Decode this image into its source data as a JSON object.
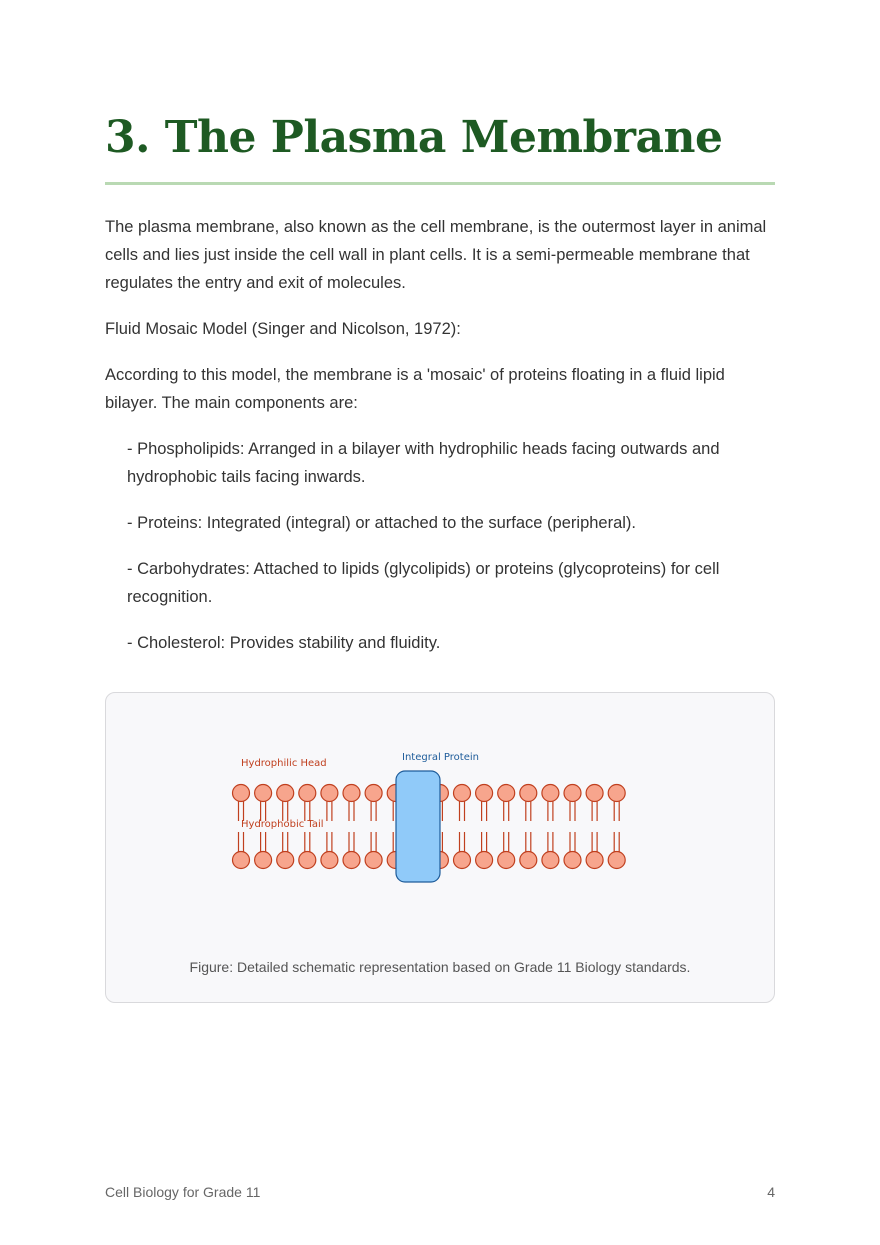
{
  "heading": {
    "title": "3. The Plasma Membrane"
  },
  "content": {
    "intro": "The plasma membrane, also known as the cell membrane, is the outermost layer in animal cells and lies just inside the cell wall in plant cells. It is a semi-permeable membrane that regulates the entry and exit of molecules.",
    "model_title": "Fluid Mosaic Model (Singer and Nicolson, 1972):",
    "model_desc": "According to this model, the membrane is a 'mosaic' of proteins floating in a fluid lipid bilayer. The main components are:",
    "components": [
      "- Phospholipids: Arranged in a bilayer with hydrophilic heads facing outwards and hydrophobic tails facing inwards.",
      "- Proteins: Integrated (integral) or attached to the surface (peripheral).",
      "- Carbohydrates: Attached to lipids (glycolipids) or proteins (glycoproteins) for cell recognition.",
      "- Cholesterol: Provides stability and fluidity."
    ]
  },
  "figure": {
    "labels": {
      "head": "Hydrophilic Head",
      "tail": "Hydrophobic Tail",
      "protein": "Integral Protein"
    },
    "phospholipids_per_layer": 18,
    "colors": {
      "head_fill": "#f7a58d",
      "head_stroke": "#c0401f",
      "tail": "#c0401f",
      "protein_fill": "#90caf9",
      "protein_stroke": "#1e5c9a",
      "head_label": "#c0401f",
      "protein_label": "#1e5c9a"
    },
    "caption": "Figure: Detailed schematic representation based on Grade 11 Biology standards."
  },
  "footer": {
    "book_title": "Cell Biology for Grade 11",
    "page_number": "4"
  }
}
